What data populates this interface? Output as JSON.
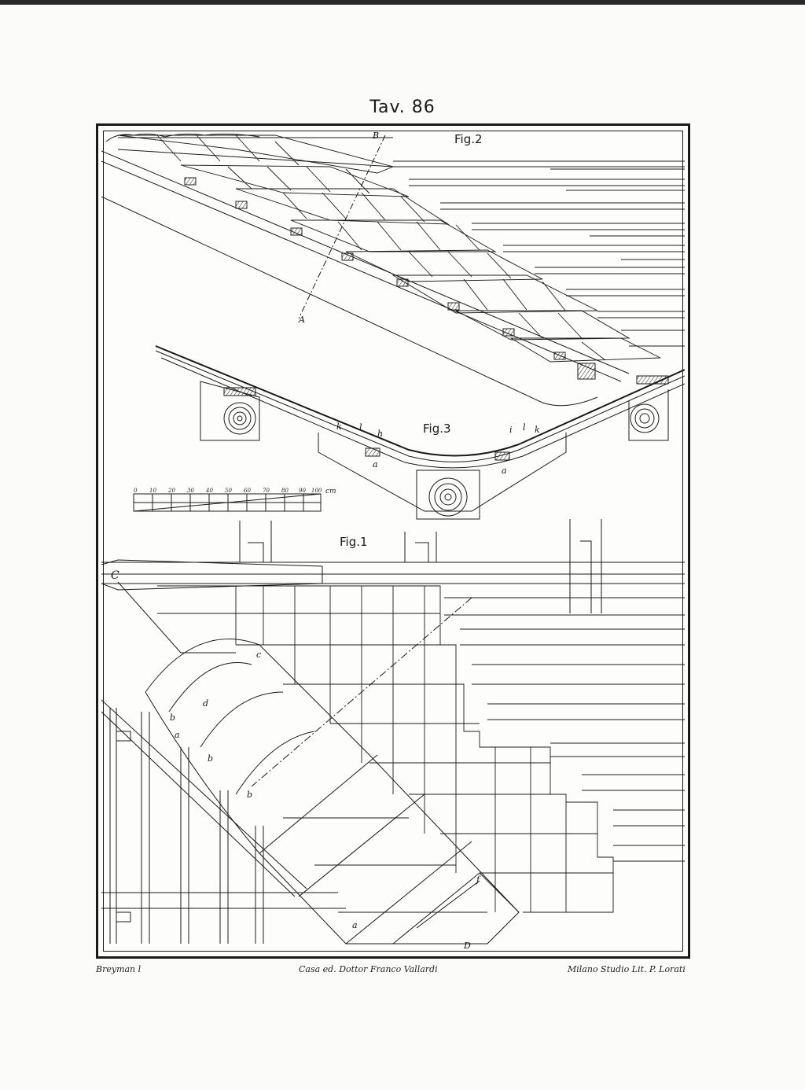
{
  "plate": {
    "title": "Tav. 86"
  },
  "figures": {
    "fig1": "Fig.1",
    "fig2": "Fig.2",
    "fig3": "Fig.3"
  },
  "credits": {
    "left": "Breyman l",
    "center": "Casa ed. Dottor Franco Vallardi",
    "right": "Milano Studio Lit. P. Lorati"
  },
  "scale": {
    "ticks": [
      "0",
      "10",
      "20",
      "30",
      "40",
      "50",
      "60",
      "70",
      "80",
      "90",
      "100"
    ],
    "unit": "cm"
  },
  "letters": {
    "B": "B",
    "A": "A",
    "C": "C",
    "D": "D",
    "a": "a",
    "b": "b",
    "c": "c",
    "d": "d",
    "f": "f",
    "h": "h",
    "i": "i",
    "k": "k",
    "l": "l"
  }
}
